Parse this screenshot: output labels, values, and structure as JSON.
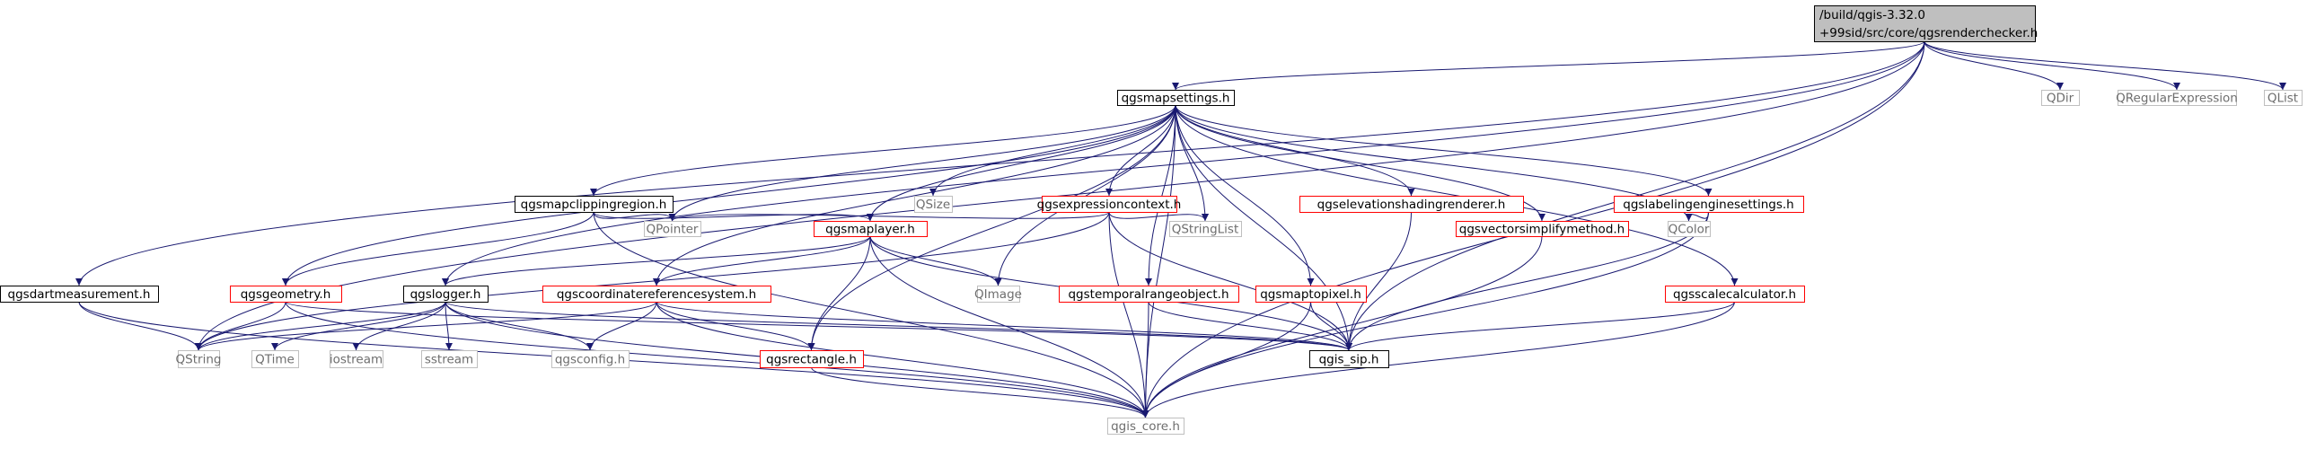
{
  "style": {
    "edge_color": "#191970",
    "text_color": "#000000",
    "gray_text_color": "#6e6e6e",
    "root_fill": "#bfbfbf",
    "border_black": "#000000",
    "border_red": "#ff0000",
    "border_gray": "#bfbfbf"
  },
  "nodes": [
    {
      "id": "root",
      "lines": [
        "/build/qgis-3.32.0",
        "+99sid/src/core/qgsrenderchecker.h"
      ],
      "style": "root"
    },
    {
      "id": "qgsmapsettings",
      "lines": [
        "qgsmapsettings.h"
      ],
      "style": "black"
    },
    {
      "id": "qdir",
      "lines": [
        "QDir"
      ],
      "style": "gray"
    },
    {
      "id": "qregularexpression",
      "lines": [
        "QRegularExpression"
      ],
      "style": "gray"
    },
    {
      "id": "qlist",
      "lines": [
        "QList"
      ],
      "style": "gray"
    },
    {
      "id": "qgsmapclippingregion",
      "lines": [
        "qgsmapclippingregion.h"
      ],
      "style": "black"
    },
    {
      "id": "qsize",
      "lines": [
        "QSize"
      ],
      "style": "gray"
    },
    {
      "id": "qgsexpressioncontext",
      "lines": [
        "qgsexpressioncontext.h"
      ],
      "style": "red"
    },
    {
      "id": "qgselevationshadingrenderer",
      "lines": [
        "qgselevationshadingrenderer.h"
      ],
      "style": "red"
    },
    {
      "id": "qgslabelingenginesettings",
      "lines": [
        "qgslabelingenginesettings.h"
      ],
      "style": "red"
    },
    {
      "id": "qpointer",
      "lines": [
        "QPointer"
      ],
      "style": "gray"
    },
    {
      "id": "qgsmaplayer",
      "lines": [
        "qgsmaplayer.h"
      ],
      "style": "red"
    },
    {
      "id": "qstringlist",
      "lines": [
        "QStringList"
      ],
      "style": "gray"
    },
    {
      "id": "qcolor",
      "lines": [
        "QColor"
      ],
      "style": "gray"
    },
    {
      "id": "qgsvectorsimplifymethod",
      "lines": [
        "qgsvectorsimplifymethod.h"
      ],
      "style": "red"
    },
    {
      "id": "qgsdartmeasurement",
      "lines": [
        "qgsdartmeasurement.h"
      ],
      "style": "black"
    },
    {
      "id": "qgsgeometry",
      "lines": [
        "qgsgeometry.h"
      ],
      "style": "red"
    },
    {
      "id": "qgslogger",
      "lines": [
        "qgslogger.h"
      ],
      "style": "black"
    },
    {
      "id": "qgscoordinatereferencesystem",
      "lines": [
        "qgscoordinatereferencesystem.h"
      ],
      "style": "red"
    },
    {
      "id": "qimage",
      "lines": [
        "QImage"
      ],
      "style": "gray"
    },
    {
      "id": "qgstemporalrangeobject",
      "lines": [
        "qgstemporalrangeobject.h"
      ],
      "style": "red"
    },
    {
      "id": "qgsmaptopixel",
      "lines": [
        "qgsmaptopixel.h"
      ],
      "style": "red"
    },
    {
      "id": "qgsscalecalculator",
      "lines": [
        "qgsscalecalculator.h"
      ],
      "style": "red"
    },
    {
      "id": "qstring",
      "lines": [
        "QString"
      ],
      "style": "gray"
    },
    {
      "id": "qtime",
      "lines": [
        "QTime"
      ],
      "style": "gray"
    },
    {
      "id": "iostream",
      "lines": [
        "iostream"
      ],
      "style": "gray"
    },
    {
      "id": "sstream",
      "lines": [
        "sstream"
      ],
      "style": "gray"
    },
    {
      "id": "qgsconfig",
      "lines": [
        "qgsconfig.h"
      ],
      "style": "gray"
    },
    {
      "id": "qgsrectangle",
      "lines": [
        "qgsrectangle.h"
      ],
      "style": "red"
    },
    {
      "id": "qgis_sip",
      "lines": [
        "qgis_sip.h"
      ],
      "style": "black"
    },
    {
      "id": "qgis_core",
      "lines": [
        "qgis_core.h"
      ],
      "style": "gray"
    }
  ],
  "edges": [
    [
      "root",
      "qgsmapsettings"
    ],
    [
      "root",
      "qdir"
    ],
    [
      "root",
      "qregularexpression"
    ],
    [
      "root",
      "qlist"
    ],
    [
      "root",
      "qgsdartmeasurement"
    ],
    [
      "root",
      "qgslogger"
    ],
    [
      "root",
      "qstring"
    ],
    [
      "root",
      "qgis_sip"
    ],
    [
      "root",
      "qgis_core"
    ],
    [
      "qgsmapsettings",
      "qgsmapclippingregion"
    ],
    [
      "qgsmapsettings",
      "qsize"
    ],
    [
      "qgsmapsettings",
      "qgsexpressioncontext"
    ],
    [
      "qgsmapsettings",
      "qgselevationshadingrenderer"
    ],
    [
      "qgsmapsettings",
      "qgslabelingenginesettings"
    ],
    [
      "qgsmapsettings",
      "qpointer"
    ],
    [
      "qgsmapsettings",
      "qgsmaplayer"
    ],
    [
      "qgsmapsettings",
      "qstringlist"
    ],
    [
      "qgsmapsettings",
      "qcolor"
    ],
    [
      "qgsmapsettings",
      "qgsvectorsimplifymethod"
    ],
    [
      "qgsmapsettings",
      "qgsgeometry"
    ],
    [
      "qgsmapsettings",
      "qgscoordinatereferencesystem"
    ],
    [
      "qgsmapsettings",
      "qimage"
    ],
    [
      "qgsmapsettings",
      "qgstemporalrangeobject"
    ],
    [
      "qgsmapsettings",
      "qgsmaptopixel"
    ],
    [
      "qgsmapsettings",
      "qgsscalecalculator"
    ],
    [
      "qgsmapsettings",
      "qgsrectangle"
    ],
    [
      "qgsmapsettings",
      "qgis_sip"
    ],
    [
      "qgsmapsettings",
      "qgis_core"
    ],
    [
      "qgsmapclippingregion",
      "qpointer"
    ],
    [
      "qgsmapclippingregion",
      "qgsmaplayer"
    ],
    [
      "qgsmapclippingregion",
      "qgsgeometry"
    ],
    [
      "qgsmapclippingregion",
      "qgis_core"
    ],
    [
      "qgsexpressioncontext",
      "qpointer"
    ],
    [
      "qgsexpressioncontext",
      "qstringlist"
    ],
    [
      "qgsexpressioncontext",
      "qstring"
    ],
    [
      "qgsexpressioncontext",
      "qgis_sip"
    ],
    [
      "qgsexpressioncontext",
      "qgis_core"
    ],
    [
      "qgselevationshadingrenderer",
      "qgis_sip"
    ],
    [
      "qgslabelingenginesettings",
      "qcolor"
    ],
    [
      "qgslabelingenginesettings",
      "qgis_sip"
    ],
    [
      "qgslabelingenginesettings",
      "qgis_core"
    ],
    [
      "qgsmaplayer",
      "qgslogger"
    ],
    [
      "qgsmaplayer",
      "qgscoordinatereferencesystem"
    ],
    [
      "qgsmaplayer",
      "qimage"
    ],
    [
      "qgsmaplayer",
      "qgsrectangle"
    ],
    [
      "qgsmaplayer",
      "qgis_sip"
    ],
    [
      "qgsmaplayer",
      "qgis_core"
    ],
    [
      "qgsvectorsimplifymethod",
      "qgis_core"
    ],
    [
      "qgsdartmeasurement",
      "qstring"
    ],
    [
      "qgsdartmeasurement",
      "qgis_core"
    ],
    [
      "qgsgeometry",
      "qstring"
    ],
    [
      "qgsgeometry",
      "qgis_sip"
    ],
    [
      "qgsgeometry",
      "qgis_core"
    ],
    [
      "qgslogger",
      "qstring"
    ],
    [
      "qgslogger",
      "qtime"
    ],
    [
      "qgslogger",
      "iostream"
    ],
    [
      "qgslogger",
      "sstream"
    ],
    [
      "qgslogger",
      "qgsconfig"
    ],
    [
      "qgslogger",
      "qgis_sip"
    ],
    [
      "qgslogger",
      "qgis_core"
    ],
    [
      "qgscoordinatereferencesystem",
      "qstring"
    ],
    [
      "qgscoordinatereferencesystem",
      "qgsconfig"
    ],
    [
      "qgscoordinatereferencesystem",
      "qgsrectangle"
    ],
    [
      "qgscoordinatereferencesystem",
      "qgis_sip"
    ],
    [
      "qgscoordinatereferencesystem",
      "qgis_core"
    ],
    [
      "qgstemporalrangeobject",
      "qgis_sip"
    ],
    [
      "qgstemporalrangeobject",
      "qgis_core"
    ],
    [
      "qgsmaptopixel",
      "qgis_sip"
    ],
    [
      "qgsmaptopixel",
      "qgis_core"
    ],
    [
      "qgsscalecalculator",
      "qgis_sip"
    ],
    [
      "qgsscalecalculator",
      "qgis_core"
    ],
    [
      "qgsrectangle",
      "qgis_core"
    ]
  ]
}
